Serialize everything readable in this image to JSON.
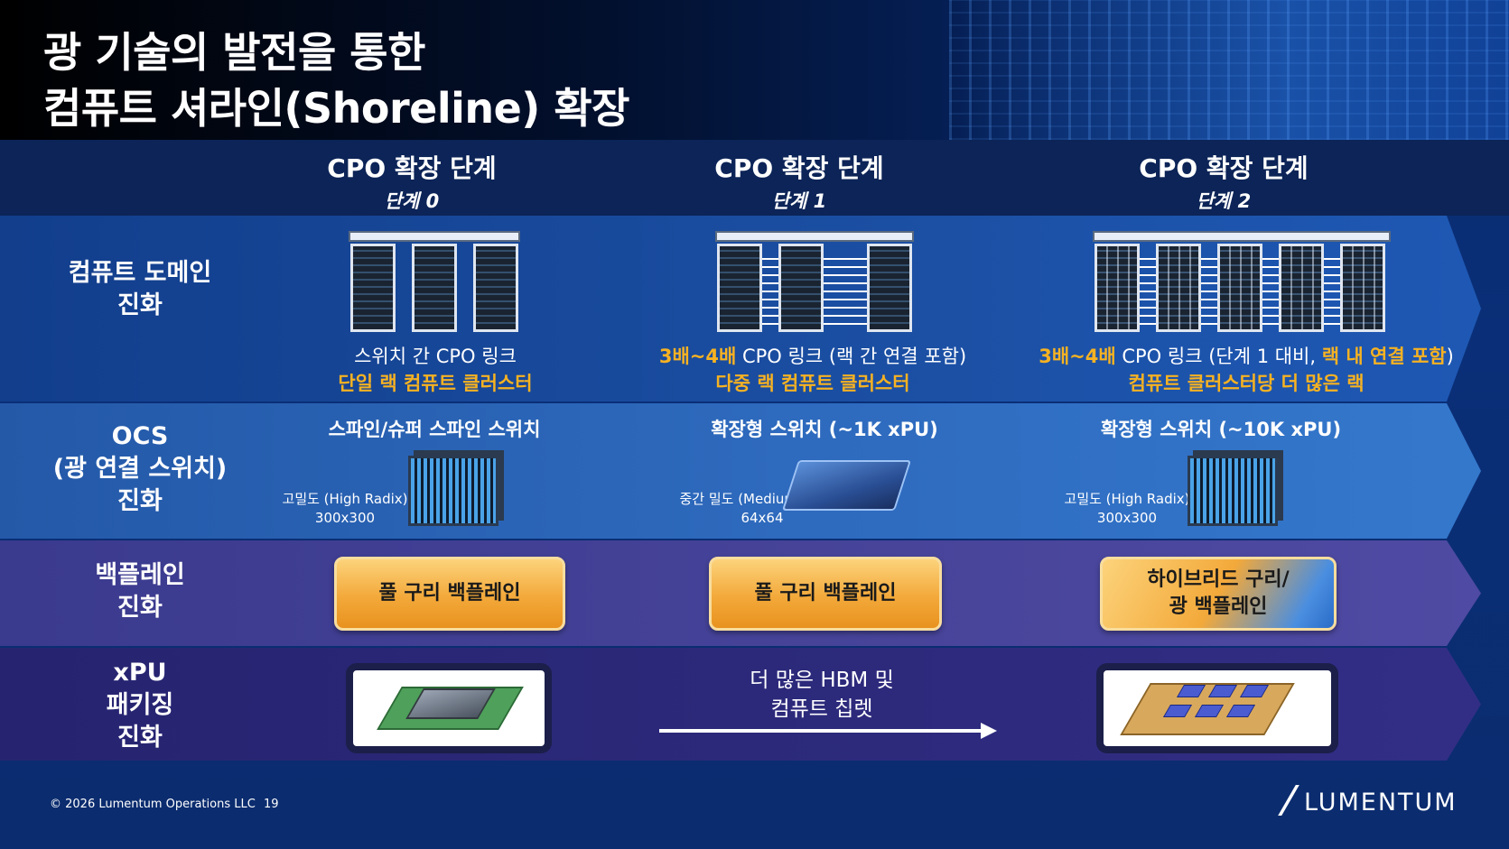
{
  "title": {
    "line1": "광 기술의 발전을 통한",
    "line2": "컴퓨트 셔라인(Shoreline) 확장"
  },
  "columns": [
    {
      "stage": "CPO 확장 단계",
      "sub": "단계 0"
    },
    {
      "stage": "CPO 확장 단계",
      "sub": "단계 1"
    },
    {
      "stage": "CPO 확장 단계",
      "sub": "단계 2"
    }
  ],
  "rows": {
    "compute": "컴퓨트 도메인\n진화",
    "ocs": "OCS\n(광 연결 스위치)\n진화",
    "backplane": "백플레인\n진화",
    "xpu": "xPU\n패키징\n진화"
  },
  "compute": {
    "col0": {
      "line1": "스위치 간 CPO 링크",
      "line2": "단일 랙 컴퓨트 클러스터"
    },
    "col1": {
      "line1_gold": "3배~4배",
      "line1_rest": " CPO 링크 (랙 간 연결 포함)",
      "line2": "다중 랙 컴퓨트 클러스터"
    },
    "col2": {
      "line1_gold": "3배~4배",
      "line1_mid": " CPO 링크 (단계 1 대비, ",
      "line1_gold2": "랙 내 연결 포함",
      "line1_end": ")",
      "line2": "컴퓨트 클러스터당 더 많은 랙"
    }
  },
  "ocs": {
    "col0": {
      "title": "스파인/슈퍼 스파인 스위치",
      "note1": "고밀도 (High Radix)",
      "note2": "300x300"
    },
    "col1": {
      "title": "확장형 스위치 (~1K xPU)",
      "note1": "중간 밀도 (Medium Radix)",
      "note2": "64x64"
    },
    "col2": {
      "title": "확장형 스위치 (~10K xPU)",
      "note1": "고밀도 (High Radix)",
      "note2": "300x300"
    }
  },
  "backplane": {
    "col0": "풀 구리 백플레인",
    "col1": "풀 구리 백플레인",
    "col2_line1": "하이브리드 구리/",
    "col2_line2": "광 백플레인"
  },
  "xpu": {
    "middle_line1": "더 많은 HBM 및",
    "middle_line2": "컴퓨트 칩렛"
  },
  "footer": {
    "copyright": "© 2026 Lumentum Operations LLC",
    "page": "19",
    "logo": "LUMENTUM"
  },
  "colors": {
    "accent_gold": "#f6b222",
    "backplane_orange": "#f3a93a"
  }
}
